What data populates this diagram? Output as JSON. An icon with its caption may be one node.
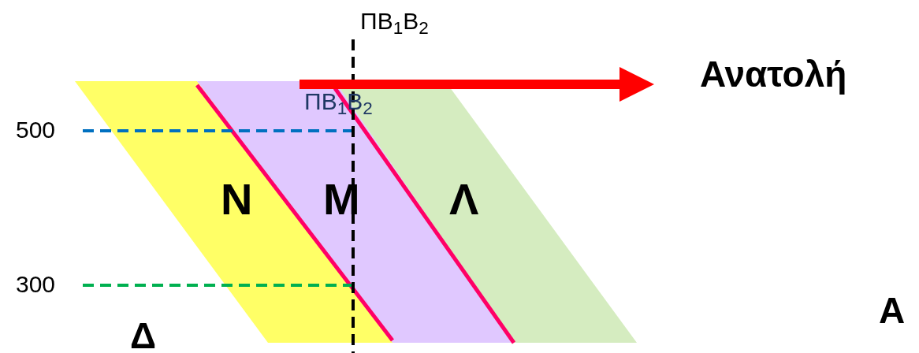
{
  "diagram": {
    "nodes": [
      {
        "text": [
          "N"
        ]
      },
      {
        "text": [
          "M"
        ]
      },
      {
        "text": [
          "Λ"
        ]
      }
    ],
    "labels": [
      "ΠΒ$_{1}$Β$_{2}$",
      "Ανατολή",
      "ΠΒ$_{1}$Β$_{2}$",
      "500",
      "300",
      "Δ",
      "A"
    ]
  }
}
